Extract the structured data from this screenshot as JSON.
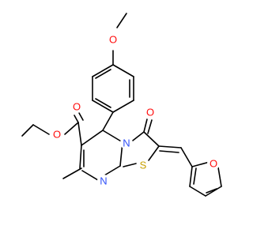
{
  "colors": {
    "carbon_bond": "#000000",
    "oxygen": "#ff0d0d",
    "nitrogen": "#3050f8",
    "sulfur": "#c8a000",
    "background": "#ffffff"
  },
  "atoms": {
    "o_methoxy": "O",
    "o_ester_ether": "O",
    "o_ester_carbonyl": "O",
    "o_ketone": "O",
    "n_ring_bridge": "N",
    "n_ring_imine": "N",
    "s_thiazole": "S",
    "o_furan": "O"
  }
}
